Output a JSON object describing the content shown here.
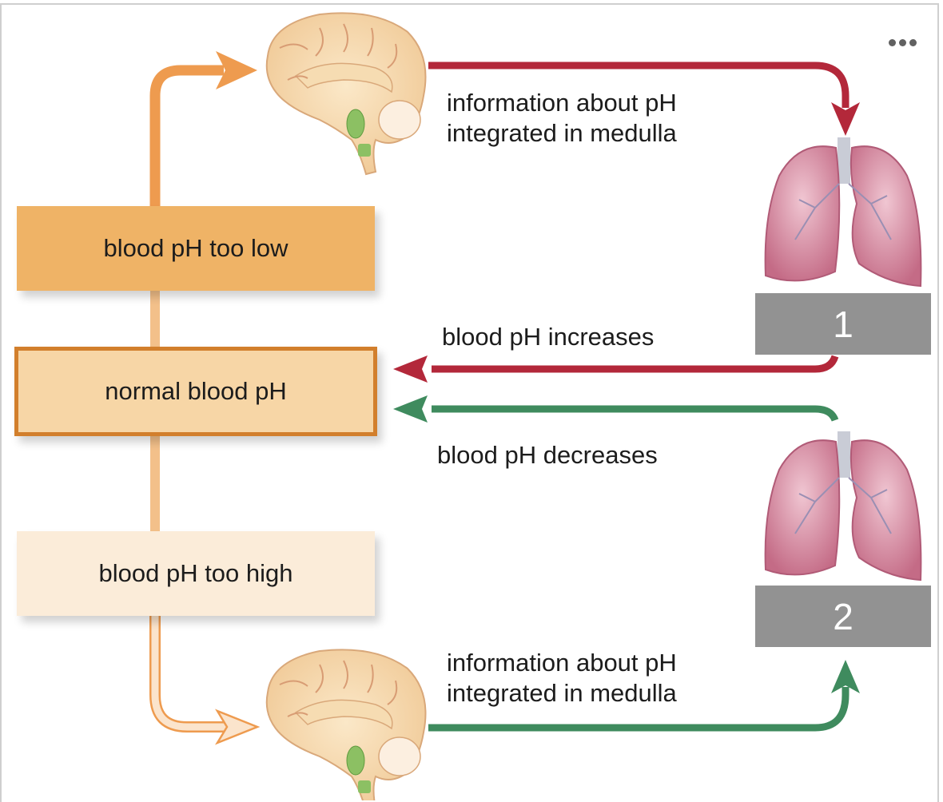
{
  "diagram": {
    "title_hidden": "",
    "states": {
      "too_low": "blood pH too low",
      "normal": "normal blood pH",
      "too_high": "blood pH too high"
    },
    "integration_top": [
      "information about pH",
      "integrated in medulla"
    ],
    "integration_bottom": [
      "information about pH",
      "integrated in medulla"
    ],
    "effects": {
      "increase": "blood pH increases",
      "decrease": "blood pH decreases"
    },
    "responses": [
      "1",
      "2"
    ],
    "colors": {
      "too_low": "#efb366",
      "normal_fill": "#f7d6a6",
      "normal_border": "#d27f2c",
      "too_high": "#fbecd9",
      "red_arrow": "#b3283a",
      "green_arrow": "#3f8b5e",
      "orange_arrow": "#ee9b4f",
      "response_box": "#929292"
    }
  },
  "menu": {
    "icon": "more-options-icon"
  }
}
